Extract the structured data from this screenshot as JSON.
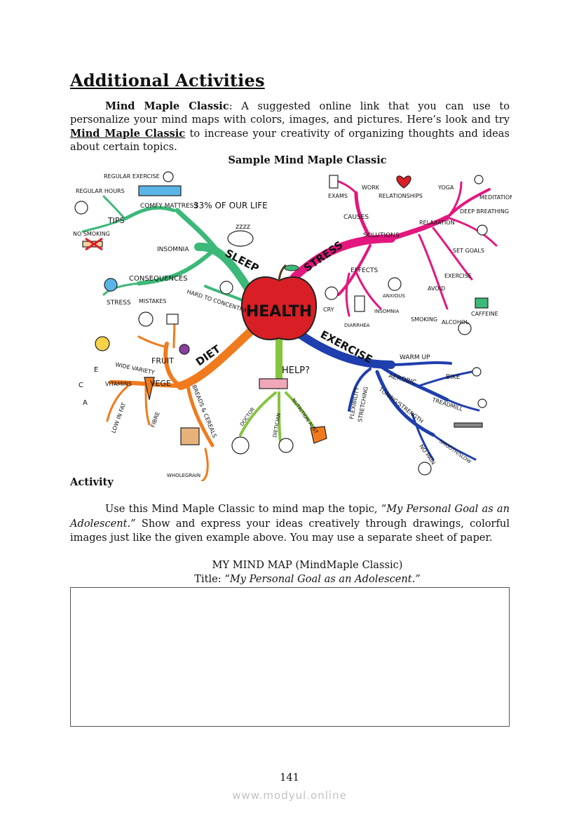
{
  "heading": "Additional Activities",
  "intro": {
    "lead": "Mind Maple Classic",
    "text1": ": A suggested online link that you can use to personalize your mind maps with colors, images, and pictures. Here’s look and try ",
    "link": "Mind Maple Classic",
    "text2": " to increase your creativity of organizing thoughts and ideas about certain topics."
  },
  "figure_caption": "Sample Mind Maple Classic",
  "mindmap": {
    "center": "HEALTH",
    "sleep": {
      "branch": "SLEEP",
      "stat": "33% OF OUR LIFE",
      "zzz": "zzzz",
      "tips": "TIPS",
      "regular_hours": "REGULAR HOURS",
      "regular_exercise": "REGULAR EXERCISE",
      "comfy_mattress": "COMFY MATTRESS",
      "no_smoking": "NO SMOKING",
      "insomnia": "INSOMNIA",
      "consequences": "CONSEQUENCES",
      "stress": "STRESS",
      "mistakes": "MISTAKES",
      "hard_to_concentrate": "HARD TO CONCENTRATE"
    },
    "stress": {
      "branch": "STRESS",
      "causes": "CAUSES",
      "exams": "EXAMS",
      "work": "WORK",
      "relationships": "RELATIONSHIPS",
      "solutions": "SOLUTIONS",
      "yoga": "YOGA",
      "meditation": "MEDITATION",
      "deep_breathing": "DEEP BREATHING",
      "relaxation": "RELAXATION",
      "set_goals": "SET GOALS",
      "exercise": "EXERCISE",
      "avoid": "AVOID",
      "smoking": "SMOKING",
      "alcohol": "ALCOHOL",
      "caffeine": "CAFFEINE",
      "effects": "EFFECTS",
      "cry": "CRY",
      "diarrhea": "DIARRHEA",
      "insomnia": "INSOMNIA",
      "anxious": "ANXIOUS"
    },
    "diet": {
      "branch": "DIET",
      "fruit": "FRUIT",
      "wide_variety": "WIDE VARIETY",
      "vege": "VEGE",
      "vitamins": "VITAMINS",
      "vit_e": "E",
      "vit_c": "C",
      "vit_a": "A",
      "low_in_fat": "LOW IN FAT",
      "fibre": "FIBRE",
      "breads_cereals": "BREADS & CEREALS",
      "wholegrain": "WHOLEGRAIN"
    },
    "help": {
      "branch": "HELP?",
      "doctor": "DOCTOR",
      "dietician": "DIETICIAN",
      "nutrition_aust": "NUTRITION AUST"
    },
    "exercise": {
      "branch": "EXERCISE",
      "warm_up": "WARM UP",
      "aerobic": "AEROBIC",
      "bike": "BIKE",
      "treadmill": "TREADMILL",
      "flexibility": "FLEXIBILITY",
      "stretching": "STRETCHING",
      "toning_strength": "TONING/STRENGTH",
      "smooth_slow": "SMOOTH/SLOW",
      "no_pain": "NO PAIN"
    }
  },
  "activity": {
    "title": "Activity",
    "text1": "Use this Mind Maple Classic to mind map the topic, “",
    "topic": "My Personal Goal as an Adolescent.”",
    "text2": "  Show and express your ideas creatively through drawings, colorful images just like the given example above. You may use a separate sheet of paper."
  },
  "my_mind_map": {
    "label": "MY MIND MAP (MindMaple Classic)",
    "title_prefix": "Title: “",
    "title": "My Personal Goal as an Adolescent.”"
  },
  "page_number": "141",
  "watermark": "www.modyul.online",
  "colors": {
    "sleep": "#3cb878",
    "stress": "#e3177e",
    "diet": "#f07a1e",
    "help": "#86c440",
    "exercise": "#1f3fae",
    "center": "#d81f26"
  }
}
